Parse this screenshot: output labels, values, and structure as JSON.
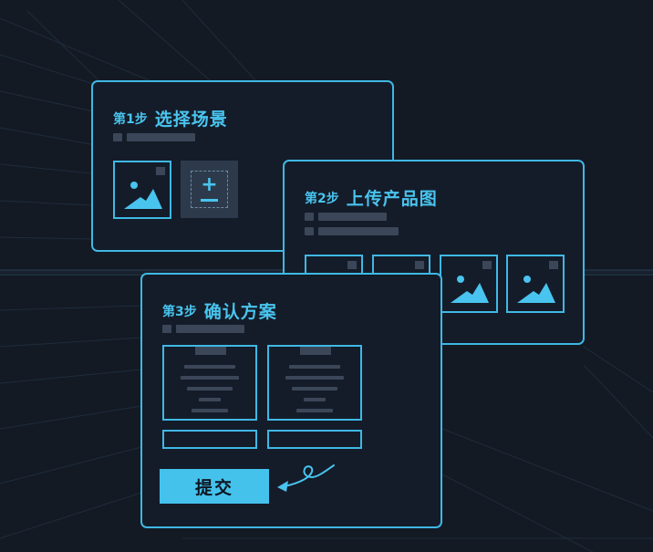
{
  "steps": [
    {
      "num": "第1步",
      "name": "选择场景"
    },
    {
      "num": "第2步",
      "name": "上传产品图"
    },
    {
      "num": "第3步",
      "name": "确认方案"
    }
  ],
  "submit_label": "提交",
  "colors": {
    "background": "#131a24",
    "card": "#141c29",
    "accent": "#3fb8e4",
    "placeholder": "#3b4758",
    "button": "#44c2ec"
  },
  "icons": [
    "image-icon",
    "plus-icon",
    "document-icon",
    "curly-arrow-icon"
  ]
}
